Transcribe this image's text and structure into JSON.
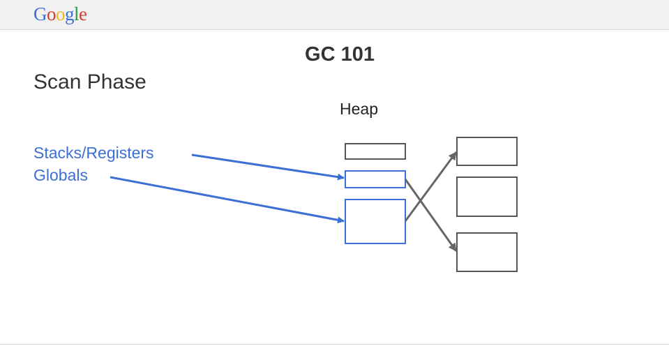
{
  "header": {
    "logo_letters": [
      {
        "ch": "G",
        "color": "#3b6fd6"
      },
      {
        "ch": "o",
        "color": "#d23f31"
      },
      {
        "ch": "o",
        "color": "#f1b92a"
      },
      {
        "ch": "g",
        "color": "#3b6fd6"
      },
      {
        "ch": "l",
        "color": "#2e9a47"
      },
      {
        "ch": "e",
        "color": "#d23f31"
      }
    ]
  },
  "slide": {
    "title": "GC 101",
    "subtitle": "Scan Phase"
  },
  "diagram": {
    "heap_label": "Heap",
    "roots": [
      "Stacks/Registers",
      "Globals"
    ],
    "colors": {
      "root": "#3b6fd6",
      "heap_object": "#555555",
      "pointer": "#666666"
    }
  }
}
